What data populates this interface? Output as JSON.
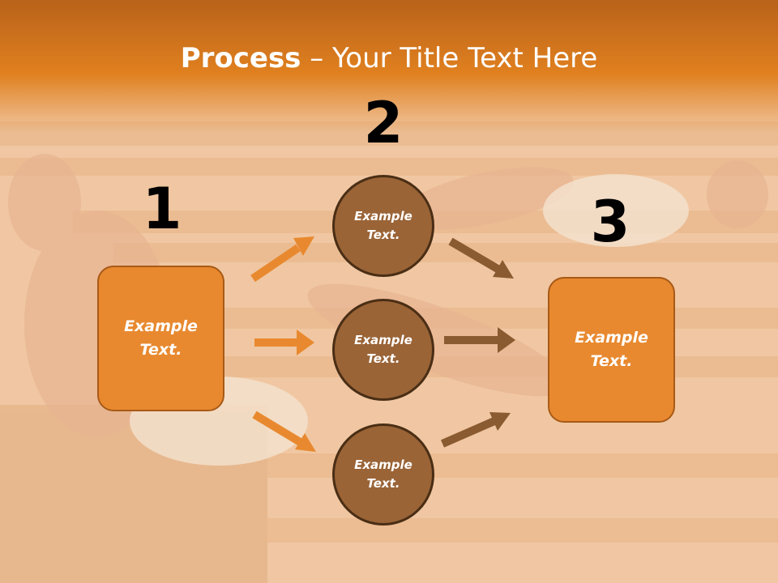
{
  "title": {
    "bold": "Process",
    "rest": " – Your Title Text Here"
  },
  "steps": {
    "one": "1",
    "two": "2",
    "three": "3"
  },
  "left_box": "Example\nText.",
  "circles": [
    "Example\nText.",
    "Example\nText.",
    "Example\nText."
  ],
  "right_box": "Example\nText.",
  "colors": {
    "header": "#e07e24",
    "box": "#e8892f",
    "circle": "#9a6437",
    "arrow_orange": "#e8892f",
    "arrow_brown": "#8a5a30"
  }
}
